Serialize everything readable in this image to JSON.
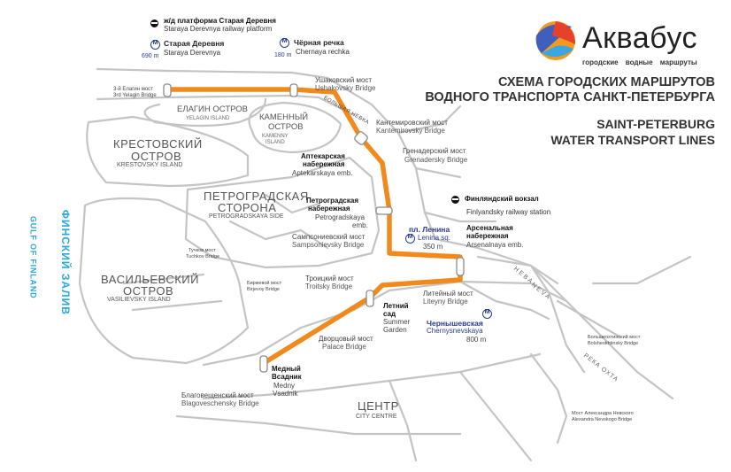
{
  "title": {
    "ru_line1": "СХЕМА ГОРОДСКИХ МАРШРУТОВ",
    "ru_line2": "ВОДНОГО ТРАНСПОРТА САНКТ-ПЕТЕРБУРГА",
    "en_line1": "SAINT-PETERBURG",
    "en_line2": "WATER TRANSPORT LINES"
  },
  "brand": {
    "name": "Аквабус",
    "tagline": "городские водные маршруты"
  },
  "colors": {
    "route": "#f08a1c",
    "gulf_label": "#29a8e0",
    "metro": "#2a3a8c",
    "streets": "#bdbdbd"
  },
  "gulf": {
    "ru": "ФИНСКИЙ ЗАЛИВ",
    "en": "GULF OF FINLAND"
  },
  "river": {
    "neva_ru": "НЕВА",
    "neva_en": "NEVA",
    "okhta": "РЕКА ОХТА"
  },
  "districts": {
    "krestovsky_ru_1": "КРЕСТОВСКИЙ",
    "krestovsky_ru_2": "ОСТРОВ",
    "krestovsky_en": "KRESTOVSKY ISLAND",
    "petrograd_ru_1": "ПЕТРОГРАДСКАЯ",
    "petrograd_ru_2": "СТОРОНА",
    "petrograd_en": "PETROGRADSKAYA SIDE",
    "vasilievsky_ru_1": "ВАСИЛЬЕВСКИЙ",
    "vasilievsky_ru_2": "ОСТРОВ",
    "vasilievsky_en": "VASILIEVSKY ISLAND",
    "centre_ru": "ЦЕНТР",
    "centre_en": "CITY CENTRE",
    "elagin_ru": "ЕЛАГИН ОСТРОВ",
    "elagin_en": "YELAGIN ISLAND",
    "kamenny_ru_1": "КАМЕННЫЙ",
    "kamenny_ru_2": "ОСТРОВ",
    "kamenny_en_1": "KAMENNY",
    "kamenny_en_2": "ISLAND",
    "bolshaya_nevka": "БОЛЬШАЯ НЕВКА"
  },
  "bridges": {
    "yelagin_3_ru": "3-й Елагин мост",
    "yelagin_3_en": "3rd Yelagin Bridge",
    "ushakovsky_ru": "Ушаковский мост",
    "ushakovsky_en": "Ushakovsky Bridge",
    "kantemirovsky_ru": "Кантемировский мост",
    "kantemirovsky_en": "Kantemirovsky Bridge",
    "grenadersky_ru": "Гренадерский мост",
    "grenadersky_en": "Grenadersky Bridge",
    "sampsonievsky_ru": "Сампсониевский мост",
    "sampsonievsky_en": "Sampsonievsky Bridge",
    "troitsky_ru": "Троицкий мост",
    "troitsky_en": "Troitsky Bridge",
    "liteyny_ru": "Литейный мост",
    "liteyny_en": "Liteyny Bridge",
    "dvortsovy_ru": "Дворцовый мост",
    "dvortsovy_en": "Palace Bridge",
    "blagoveshchensky_ru": "Благовещенский мост",
    "blagoveshchensky_en": "Blagoveschensky Bridge",
    "tuchkov_ru": "Тучков мост",
    "tuchkov_en": "Tuchkov Bridge",
    "birzhevoy_ru": "Биржевой мост",
    "birzhevoy_en": "Birjevoy Bridge",
    "bolsheokhtinsky_ru": "Большеохтинский мост",
    "bolsheokhtinsky_en": "Bolsheokhtinsky Bridge",
    "alexander_nevsky_ru": "Мост Александра Невского",
    "alexander_nevsky_en": "Alexandra Nevskogo Bridge"
  },
  "stops": {
    "aptekarskaya_ru_1": "Аптекарская",
    "aptekarskaya_ru_2": "набережная",
    "aptekarskaya_en": "Aptekarskaya emb.",
    "petrogradskaya_ru_1": "Петроградская",
    "petrogradskaya_ru_2": "набережная",
    "petrogradskaya_en_1": "Petrogradskaya",
    "petrogradskaya_en_2": "emb.",
    "arsenalnaya_ru_1": "Арсенальная",
    "arsenalnaya_ru_2": "набережная",
    "arsenalnaya_en": "Arsenalnaya emb.",
    "letny_sad_ru_1": "Летний",
    "letny_sad_ru_2": "сад",
    "letny_sad_en_1": "Summer",
    "letny_sad_en_2": "Garden",
    "medny_ru_1": "Медный",
    "medny_ru_2": "Всадник",
    "medny_en_1": "Medny",
    "medny_en_2": "Vsadnik"
  },
  "metro": {
    "staraya_ru": "Старая Деревня",
    "staraya_en": "Staraya Derevnya",
    "staraya_dist": "690 m",
    "chernaya_ru": "Чёрная речка",
    "chernaya_en": "Chernaya rechka",
    "chernaya_dist": "180 m",
    "lenina_ru": "пл. Ленина",
    "lenina_en": "Lenina sq.",
    "lenina_dist": "350 m",
    "chernyshevskaya_ru": "Чернышевская",
    "chernyshevskaya_en": "Chernysnevskaya",
    "chernyshevskaya_dist": "800 m"
  },
  "rail": {
    "staraya_ru": "ж/д платформа Старая Деревня",
    "staraya_en": "Staraya Derevnya railway platform",
    "finlyandsky_ru": "Финляндский вокзал",
    "finlyandsky_en": "Finlyandsky railway station"
  }
}
